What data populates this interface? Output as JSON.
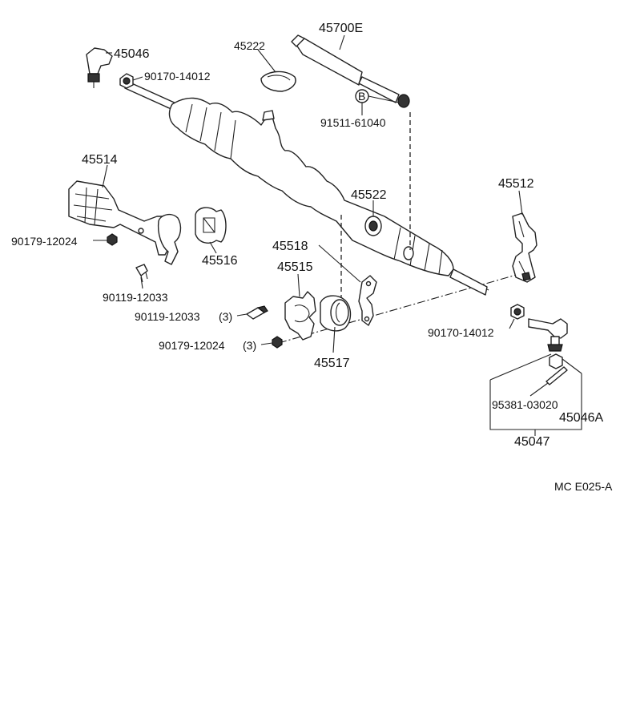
{
  "labels": {
    "p45046": "45046",
    "p90170_a": "90170-14012",
    "p45222": "45222",
    "p45700e": "45700E",
    "pB": "B",
    "p91511": "91511-61040",
    "p45514": "45514",
    "p90179_a": "90179-12024",
    "p45516": "45516",
    "p90119_a": "90119-12033",
    "p45522": "45522",
    "p45512": "45512",
    "p45518": "45518",
    "p45515": "45515",
    "p90119_b": "90119-12033",
    "p90119_b_qty": "(3)",
    "p90179_b": "90179-12024",
    "p90179_b_qty": "(3)",
    "p45517": "45517",
    "p90170_b": "90170-14012",
    "p95381": "95381-03020",
    "p45046a": "45046A",
    "p45047": "45047",
    "diagram_code": "MC E025-A"
  }
}
